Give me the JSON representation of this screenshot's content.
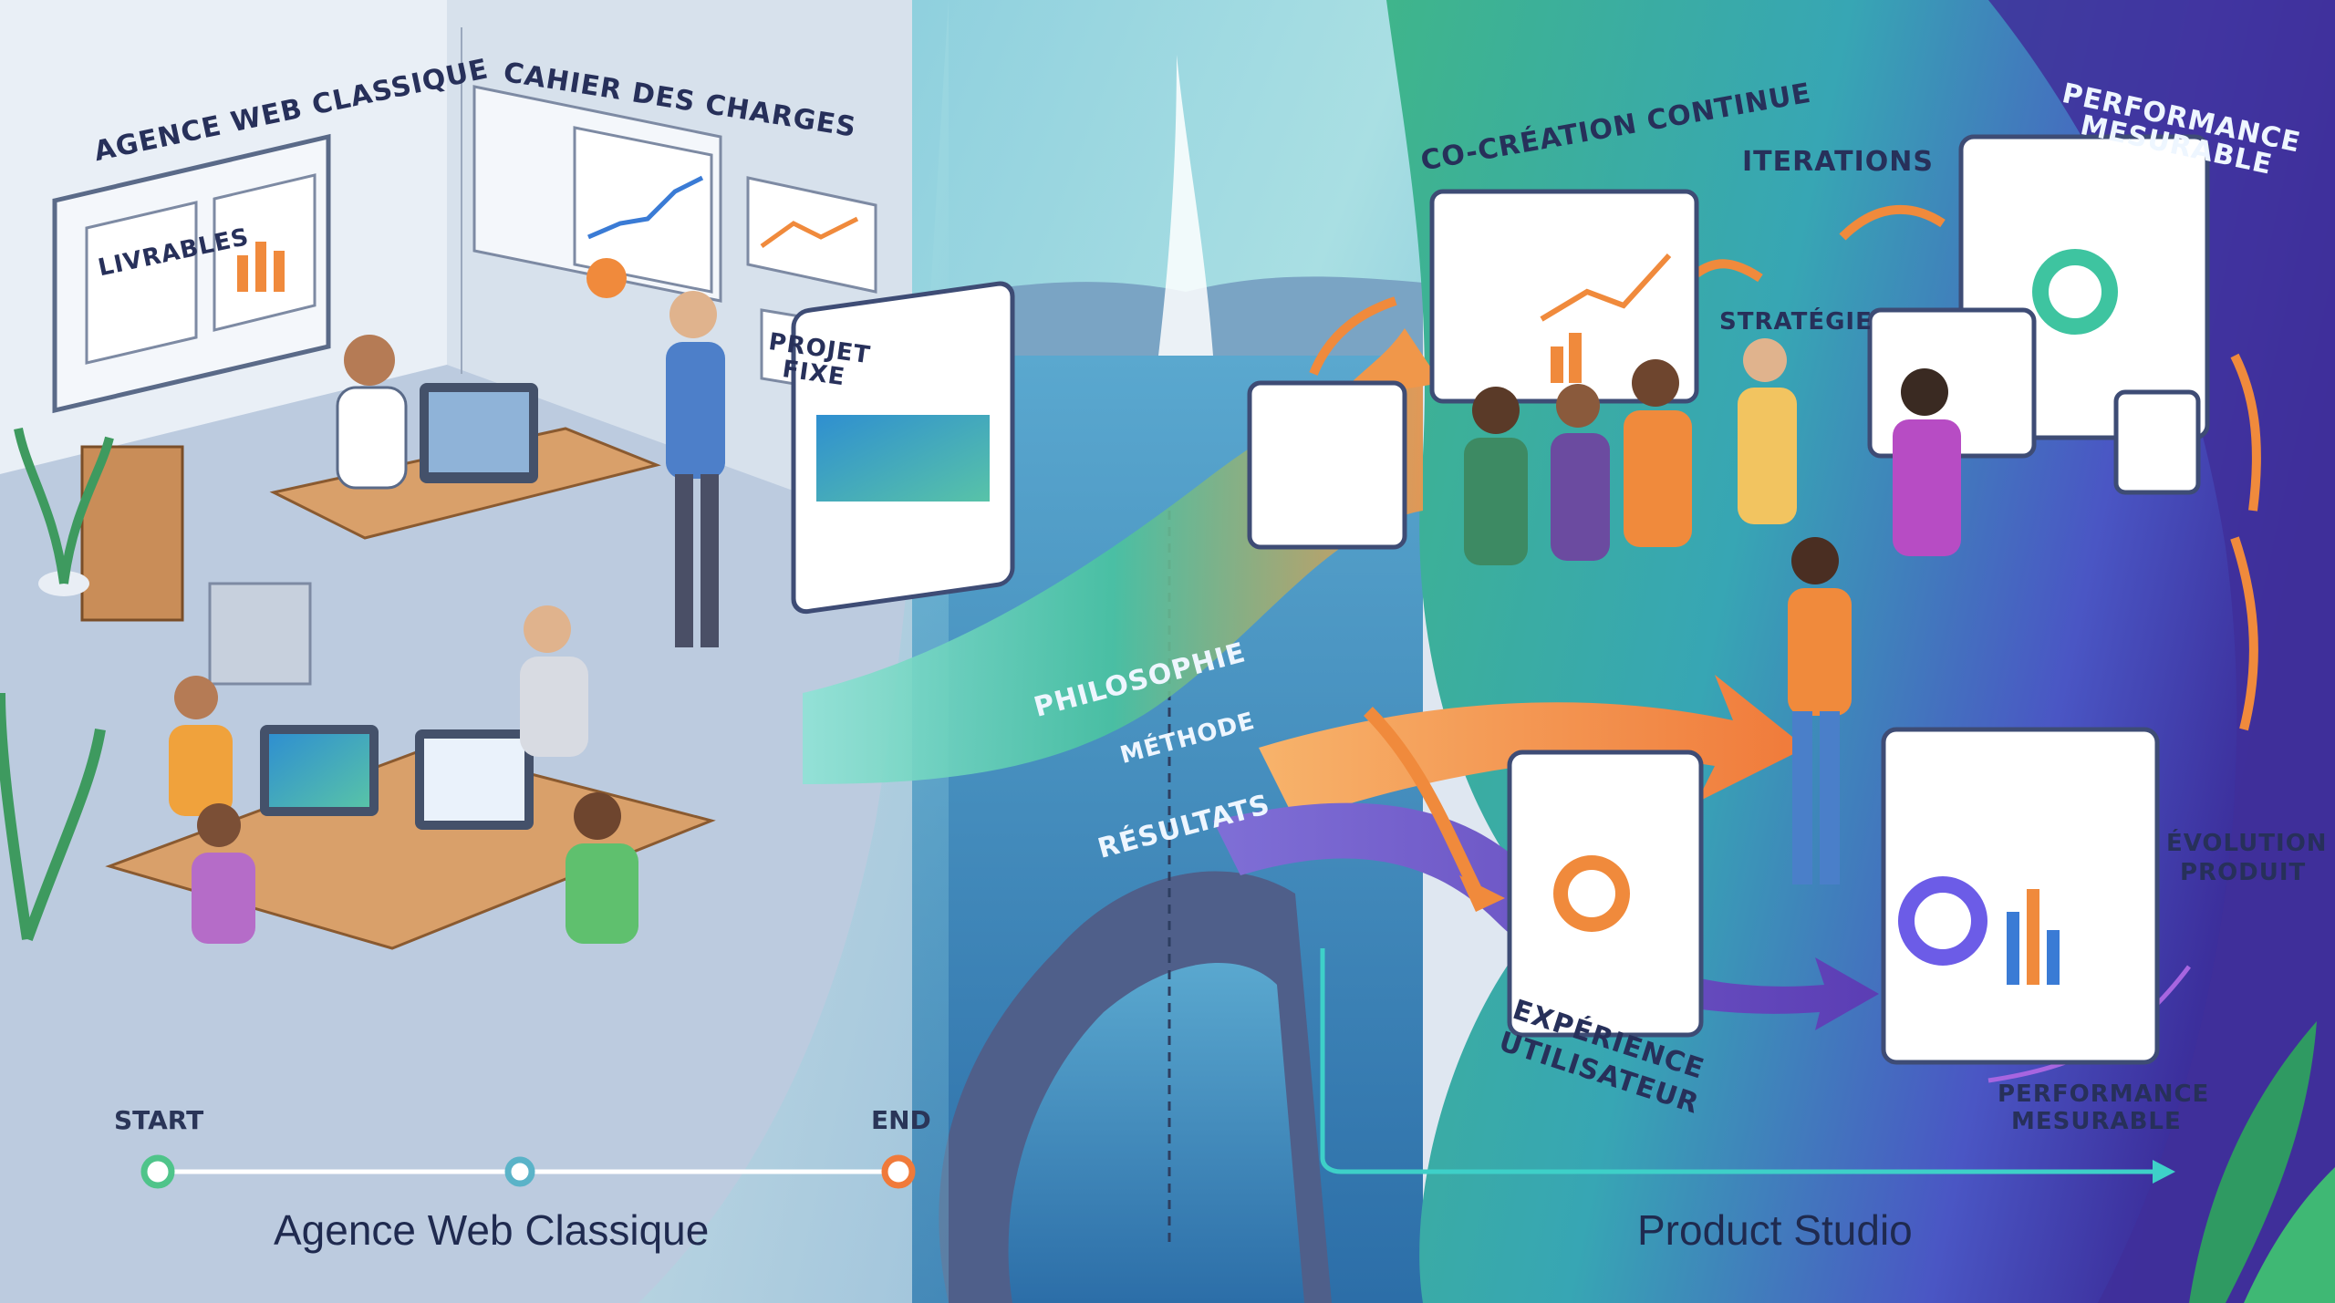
{
  "left_side": {
    "wall_sign": "AGENCE WEB CLASSIQUE",
    "header_banner": "CAHIER DES CHARGES",
    "board_label": "LIVRABLES",
    "note_line1": "PROJET",
    "note_line2": "FIXE",
    "timeline": {
      "start": "START",
      "end": "END"
    },
    "footer_title": "Agence Web Classique"
  },
  "flow_labels": {
    "philosophy": "PHILOSOPHIE",
    "method": "MÉTHODE",
    "results": "RÉSULTATS"
  },
  "right_side": {
    "co_creation": "CO-CRÉATION CONTINUE",
    "iterations": "ITERATIONS",
    "strategy": "STRATÉGIE",
    "performance_top_line1": "PERFORMANCE",
    "performance_top_line2": "MESURABLE",
    "ux_line1": "EXPÉRIENCE",
    "ux_line2": "UTILISATEUR",
    "evolution_line1": "ÉVOLUTION",
    "evolution_line2": "PRODUIT",
    "performance_bottom_line1": "PERFORMANCE",
    "performance_bottom_line2": "MESURABLE",
    "footer_title": "Product Studio"
  },
  "colors": {
    "left_bg": "#d9e2ee",
    "lake": "#3f86b8",
    "arrow_orange": "#f08a3c",
    "arrow_green": "#43c08f",
    "arrow_purple": "#7b52c9",
    "right_deep": "#4a3bb0",
    "timeline_start": "#4fc48a",
    "timeline_mid": "#5ab3c8",
    "timeline_end": "#f07a3a"
  }
}
